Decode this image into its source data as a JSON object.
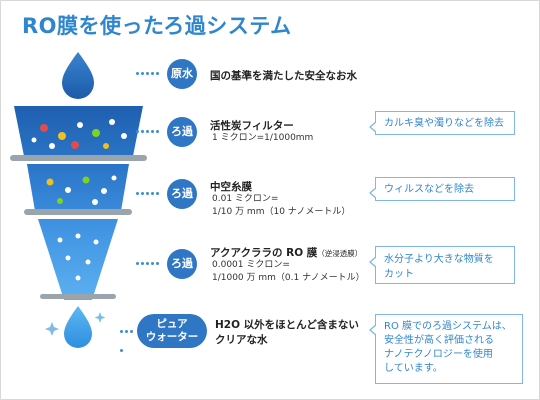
{
  "title": "RO膜を使ったろ過システム",
  "steps": [
    {
      "badge": "原水",
      "title": "国の基準を満たした安全なお水",
      "sub": ""
    },
    {
      "badge": "ろ過",
      "title": "活性炭フィルター",
      "sub": "1 ミクロン=1/1000mm"
    },
    {
      "badge": "ろ過",
      "title": "中空糸膜",
      "sub": "0.01 ミクロン=\n1/10 万 mm（10 ナノメートル）"
    },
    {
      "badge": "ろ過",
      "title": "アクアクララの RO 膜",
      "title_small": "（逆浸透膜）",
      "sub": "0.0001 ミクロン=\n1/1000 万 mm（0.1 ナノメートル）"
    },
    {
      "badge_line1": "ピュア",
      "badge_line2": "ウォーター",
      "title_line1": "H2O 以外をほとんど含まない",
      "title_line2": "クリアな水"
    }
  ],
  "callouts": [
    "カルキ臭や濁りなどを除去",
    "ウィルスなどを除去",
    "水分子より大きな物質を\nカット",
    "RO 膜でのろ過システムは、\n安全性が高く評価される\nナノテクノロジーを使用\nしています。"
  ],
  "colors": {
    "accent": "#2f86cf",
    "badge": "#2f76c4",
    "funnel": "#3d9be9"
  }
}
